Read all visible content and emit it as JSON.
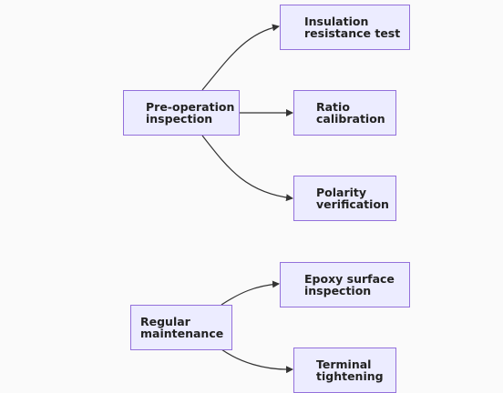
{
  "diagram": {
    "nodes": {
      "pre_op": "Pre-operation\ninspection",
      "insulation": "Insulation\nresistance test",
      "ratio": "Ratio\ncalibration",
      "polarity": "Polarity\nverification",
      "regular": "Regular\nmaintenance",
      "epoxy": "Epoxy surface\ninspection",
      "terminal": "Terminal\ntightening"
    },
    "edges": [
      {
        "from": "pre_op",
        "to": "insulation"
      },
      {
        "from": "pre_op",
        "to": "ratio"
      },
      {
        "from": "pre_op",
        "to": "polarity"
      },
      {
        "from": "regular",
        "to": "epoxy"
      },
      {
        "from": "regular",
        "to": "terminal"
      }
    ]
  }
}
